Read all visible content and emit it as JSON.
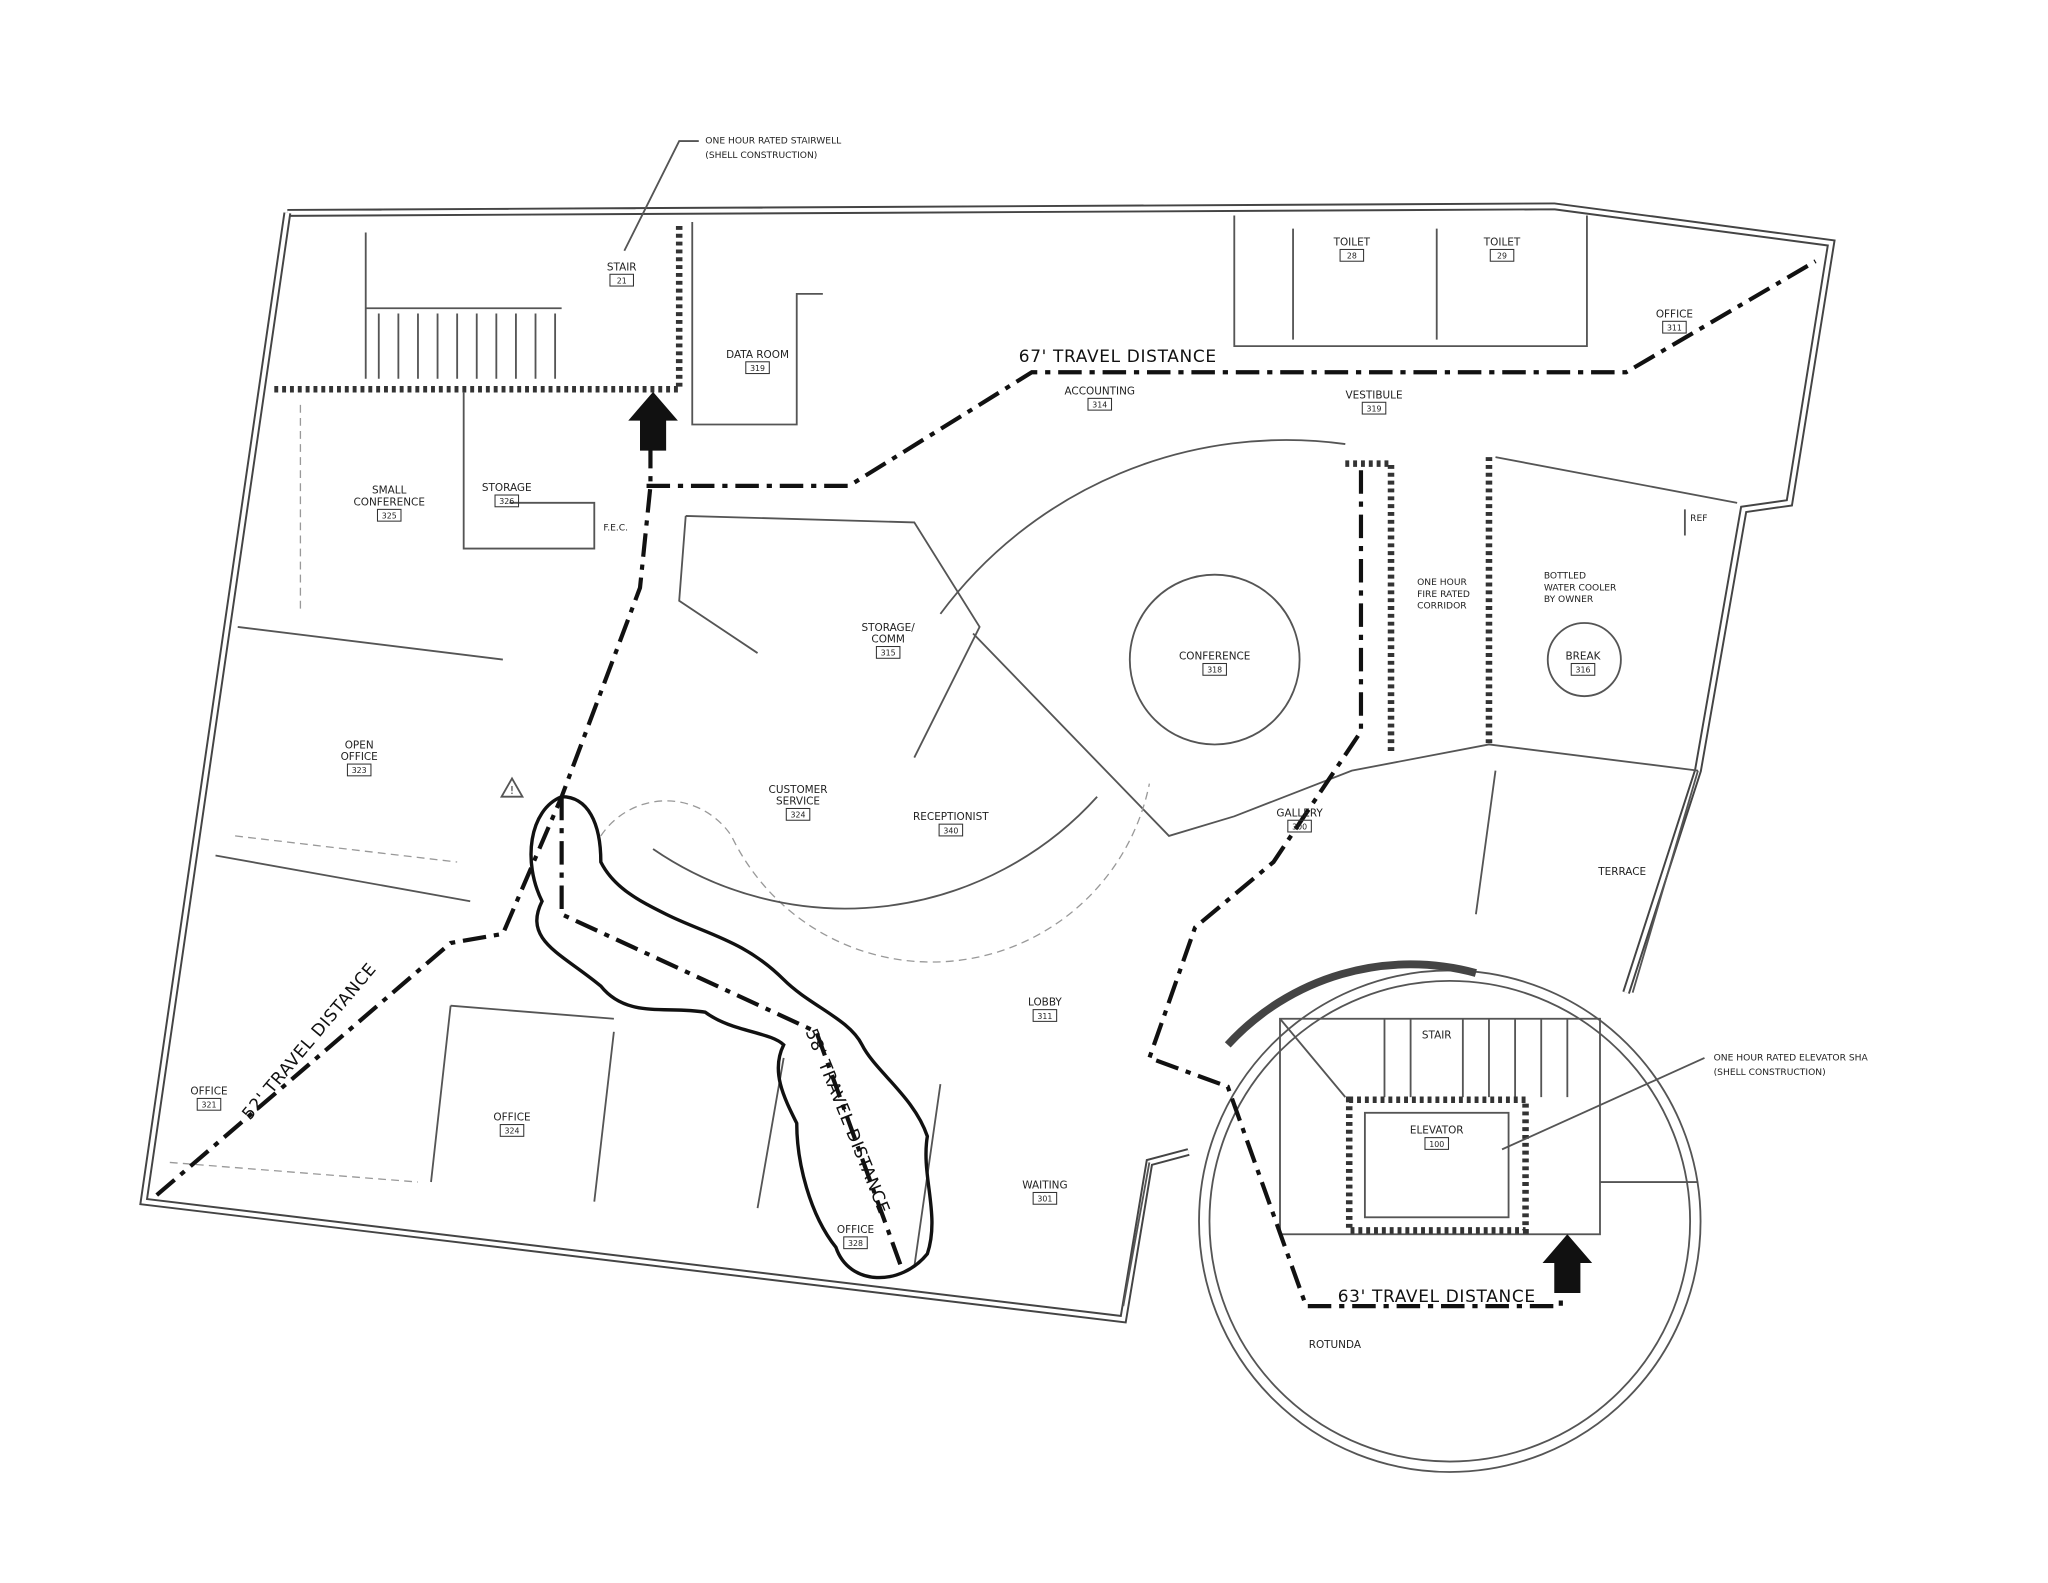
{
  "notes": {
    "stairwell": [
      "ONE HOUR RATED STAIRWELL",
      "(SHELL CONSTRUCTION)"
    ],
    "elevator_shaft": [
      "ONE HOUR RATED ELEVATOR SHA",
      "(SHELL CONSTRUCTION)"
    ],
    "corridor": [
      "ONE HOUR",
      "FIRE RATED",
      "CORRIDOR"
    ],
    "water_cooler": [
      "BOTTLED",
      "WATER COOLER",
      "BY OWNER"
    ],
    "fec": "F.E.C.",
    "ref": "REF"
  },
  "rooms": [
    {
      "name": "STAIR",
      "number": "21"
    },
    {
      "name": "DATA ROOM",
      "number": "319"
    },
    {
      "name": "SMALL CONFERENCE",
      "number": "325"
    },
    {
      "name": "STORAGE",
      "number": "326"
    },
    {
      "name": "ACCOUNTING",
      "number": "314"
    },
    {
      "name": "VESTIBULE",
      "number": "319"
    },
    {
      "name": "TOILET",
      "number": "28"
    },
    {
      "name": "TOILET",
      "number": "29"
    },
    {
      "name": "OFFICE",
      "number": "311"
    },
    {
      "name": "STORAGE/ COMM",
      "number": "315"
    },
    {
      "name": "CONFERENCE",
      "number": "318"
    },
    {
      "name": "BREAK",
      "number": "316"
    },
    {
      "name": "OPEN OFFICE",
      "number": "323"
    },
    {
      "name": "CUSTOMER SERVICE",
      "number": "324"
    },
    {
      "name": "RECEPTIONIST",
      "number": "340"
    },
    {
      "name": "GALLERY",
      "number": "300"
    },
    {
      "name": "TERRACE",
      "number": ""
    },
    {
      "name": "OFFICE",
      "number": "321"
    },
    {
      "name": "LOBBY",
      "number": "311"
    },
    {
      "name": "OFFICE",
      "number": "324"
    },
    {
      "name": "OFFICE",
      "number": "328"
    },
    {
      "name": "WAITING",
      "number": "301"
    },
    {
      "name": "STAIR",
      "number": ""
    },
    {
      "name": "ELEVATOR",
      "number": "100"
    },
    {
      "name": "ROTUNDA",
      "number": ""
    }
  ],
  "travel_distances": [
    "67' TRAVEL DISTANCE",
    "52' TRAVEL DISTANCE",
    "58' TRAVEL DISTANCE",
    "63' TRAVEL DISTANCE"
  ],
  "revision_marker": "!",
  "colors": {
    "line": "#111111",
    "wall": "#444444",
    "background": "#ffffff"
  }
}
